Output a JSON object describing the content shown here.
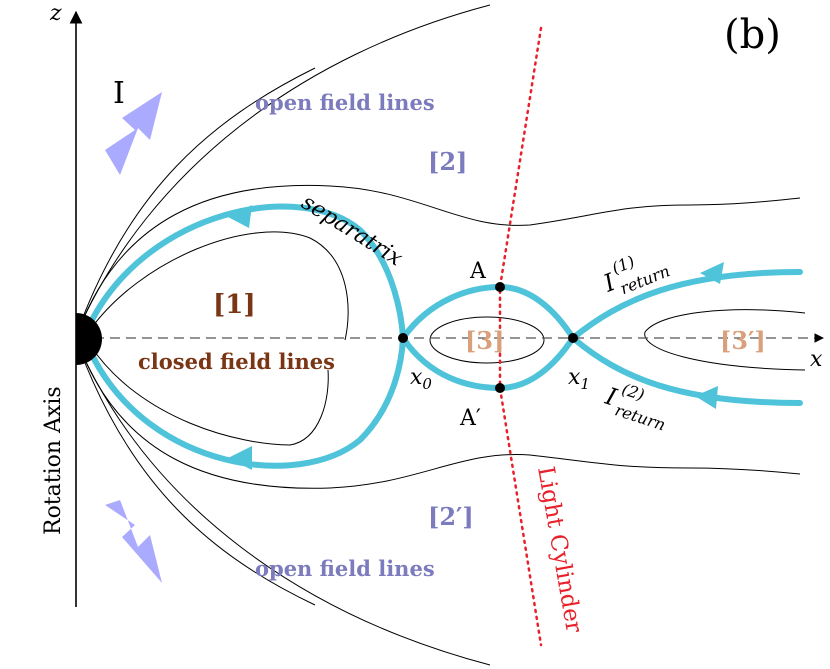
{
  "panel_label": "(b)",
  "axes": {
    "z_label": "z",
    "x_label": "x",
    "rotation_axis_label": "Rotation Axis"
  },
  "current_label": "I",
  "labels": {
    "open_field_lines_top": "open field lines",
    "open_field_lines_bottom": "open field lines",
    "closed_field_lines": "closed field lines",
    "separatrix": "separatrix",
    "light_cylinder": "Light Cylinder"
  },
  "regions": {
    "r1": "[1]",
    "r2": "[2]",
    "r2p": "[2′]",
    "r3": "[3]",
    "r3p": "[3′]"
  },
  "points": {
    "A": "A",
    "A_prime": "A′",
    "x0": "x",
    "x0_sub": "0",
    "x1": "x",
    "x1_sub": "1"
  },
  "return_currents": {
    "label": "I",
    "sup1": "(1)",
    "sup2": "(2)",
    "sub": "return"
  },
  "colors": {
    "separatrix": "#4fc3d9",
    "light_cylinder": "#e8202a",
    "arrow_fill": "#aaaaff",
    "region_purple": "#7b7bbd",
    "region_brown": "#7a3515",
    "region_tan": "#d9a07c"
  }
}
